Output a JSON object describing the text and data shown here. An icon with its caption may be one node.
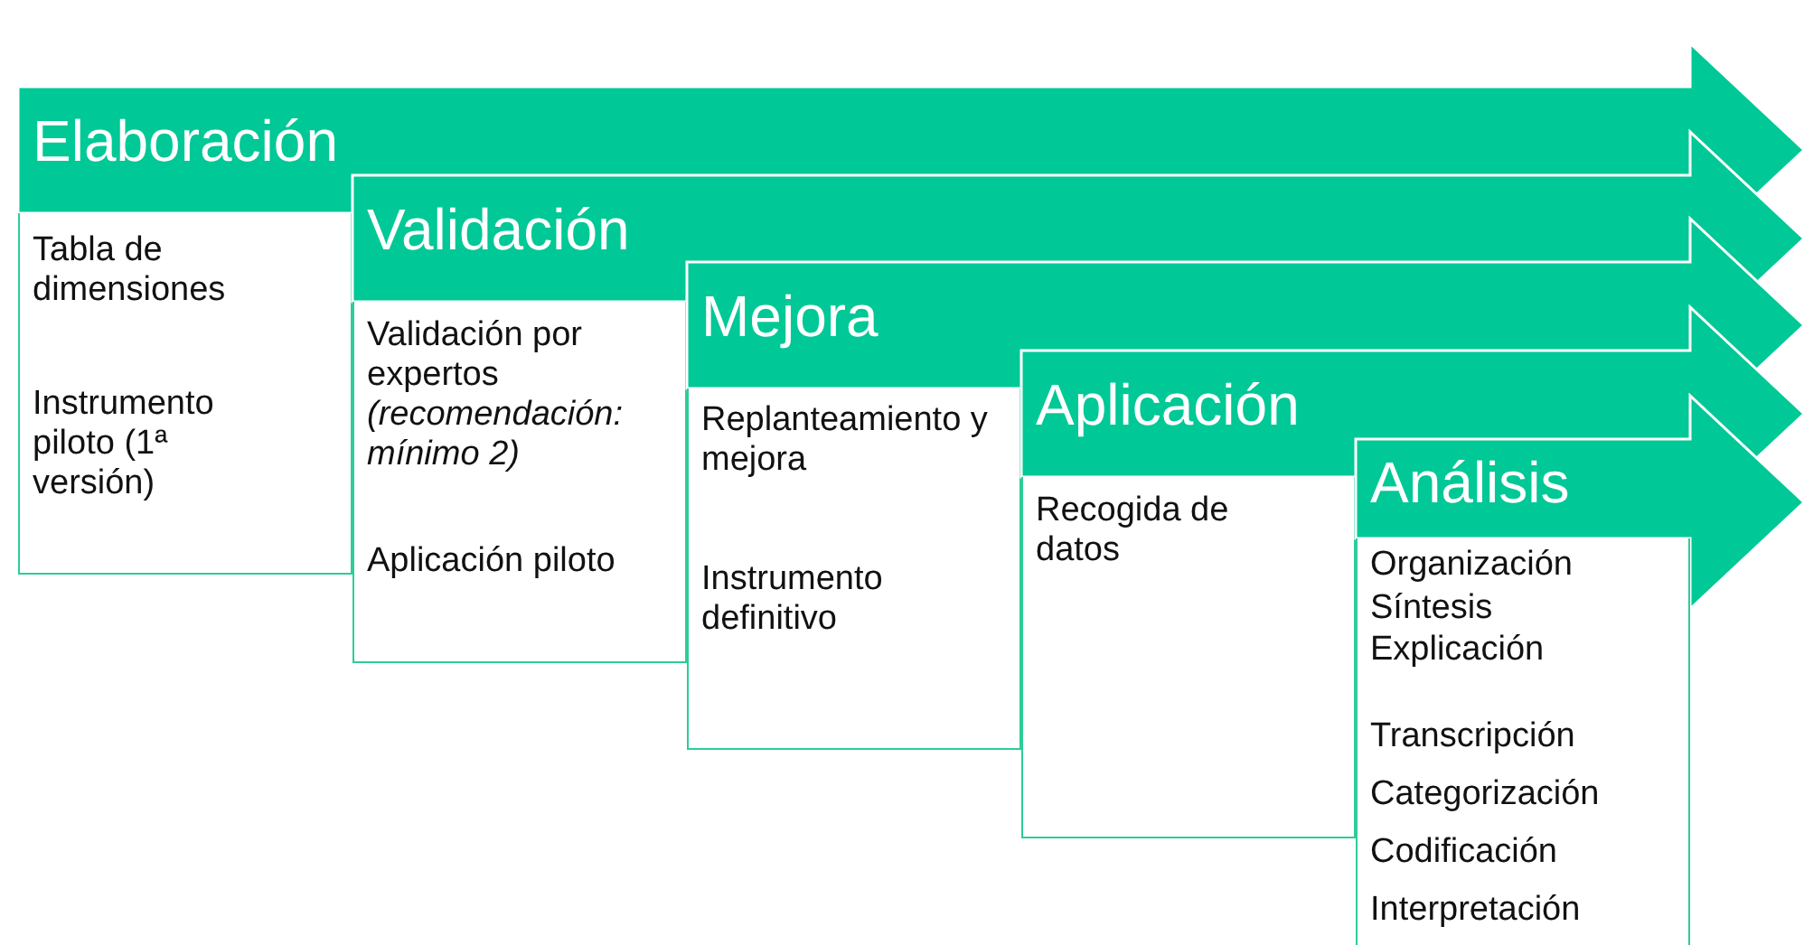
{
  "diagram": {
    "nodes": [
      {
        "text": [
          "Elaboración",
          "Tabla de dimensiones",
          "Instrumento piloto (1ª versión)"
        ]
      },
      {
        "text": [
          "Validación",
          "Validación por expertos *(recomendación: mínimo 2)*",
          "Aplicación piloto"
        ]
      },
      {
        "text": [
          "Mejora",
          "Replanteamiento y mejora",
          "Instrumento definitivo"
        ]
      },
      {
        "text": [
          "Aplicación",
          "Recogida de datos"
        ]
      },
      {
        "text": [
          "Análisis",
          "Organización",
          "Síntesis",
          "Explicación",
          "Transcripción",
          "Categorización",
          "Codificación",
          "Interpretación"
        ]
      }
    ],
    "edges": []
  }
}
